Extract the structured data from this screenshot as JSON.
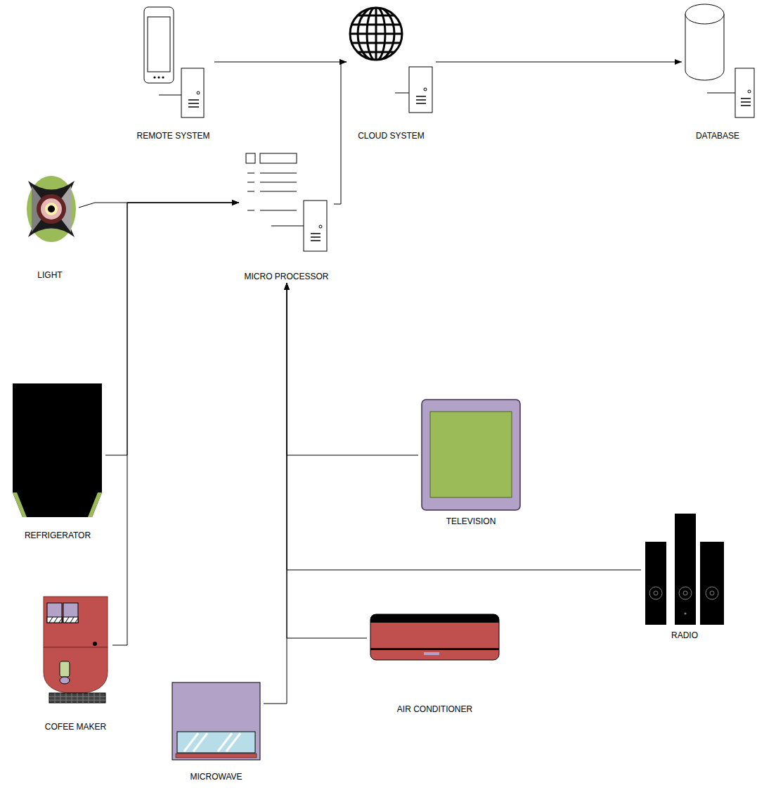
{
  "diagram": {
    "nodes": [
      {
        "text": [
          "REMOTE SYSTEM"
        ]
      },
      {
        "text": [
          "CLOUD SYSTEM"
        ]
      },
      {
        "text": [
          "DATABASE"
        ]
      },
      {
        "text": [
          "LIGHT"
        ]
      },
      {
        "text": [
          "MICRO PROCESSOR"
        ]
      },
      {
        "text": [
          "REFRIGERATOR"
        ]
      },
      {
        "text": [
          "TELEVISION"
        ]
      },
      {
        "text": [
          "RADIO"
        ]
      },
      {
        "text": [
          "COFEE MAKER"
        ]
      },
      {
        "text": [
          "AIR CONDITIONER"
        ]
      },
      {
        "text": [
          "MICROWAVE"
        ]
      }
    ],
    "edges": [
      {
        "from": 0,
        "to": 1,
        "arrow": "to"
      },
      {
        "from": 1,
        "to": 2,
        "arrow": "to"
      },
      {
        "from": 4,
        "to": 1,
        "arrow": "to"
      },
      {
        "from": 3,
        "to": 4,
        "arrow": "to"
      },
      {
        "from": 5,
        "to": 4,
        "arrow": "to"
      },
      {
        "from": 8,
        "to": 4,
        "arrow": "to"
      },
      {
        "from": 6,
        "to": 4,
        "arrow": "to"
      },
      {
        "from": 7,
        "to": 4,
        "arrow": "to"
      },
      {
        "from": 9,
        "to": 4,
        "arrow": "to"
      },
      {
        "from": 10,
        "to": 4,
        "arrow": "to"
      }
    ]
  }
}
